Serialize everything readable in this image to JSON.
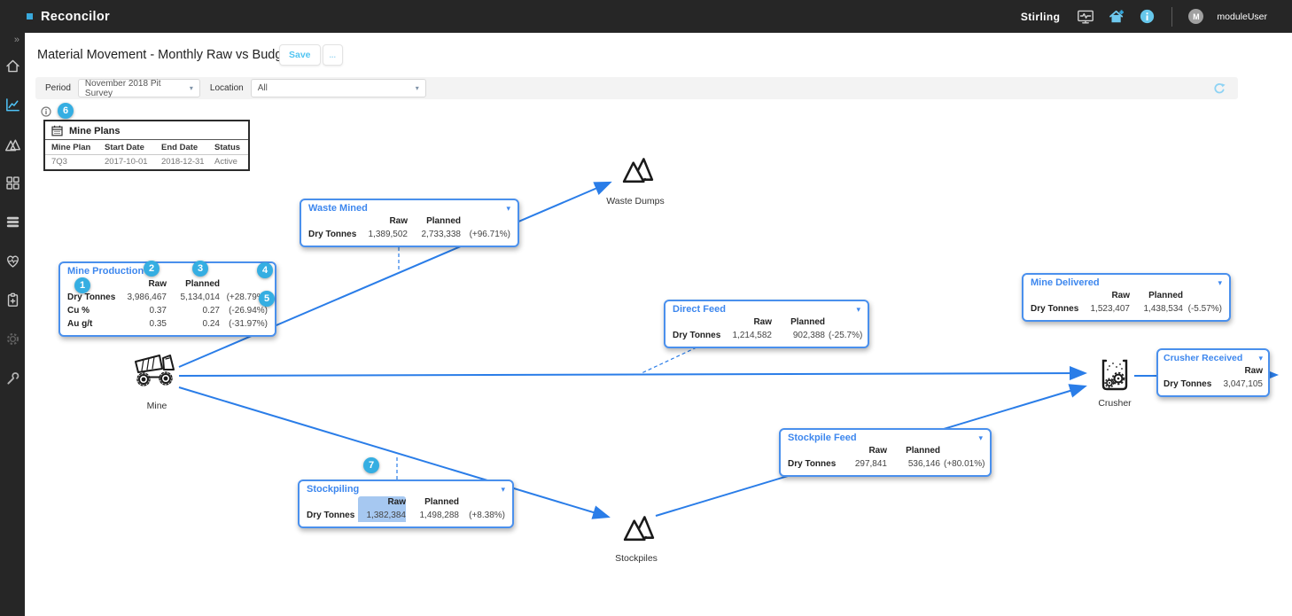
{
  "topbar": {
    "brand": "Reconcilor",
    "site": "Stirling",
    "user": "moduleUser",
    "avatar_initial": "M"
  },
  "page": {
    "title": "Material Movement - Monthly Raw vs Budget",
    "save_label": "Save",
    "more_label": "..."
  },
  "filters": {
    "period_label": "Period",
    "period_value": "November 2018 Pit Survey",
    "location_label": "Location",
    "location_value": "All"
  },
  "mine_plans": {
    "title": "Mine Plans",
    "columns": [
      "Mine Plan",
      "Start Date",
      "End Date",
      "Status"
    ],
    "rows": [
      [
        "7Q3",
        "2017-10-01",
        "2018-12-31",
        "Active"
      ]
    ]
  },
  "badges": {
    "b1": "1",
    "b2": "2",
    "b3": "3",
    "b4": "4",
    "b5": "5",
    "b6": "6",
    "b7": "7"
  },
  "nodes": {
    "mine": {
      "label": "Mine"
    },
    "waste_dumps": {
      "label": "Waste Dumps"
    },
    "stockpiles": {
      "label": "Stockpiles"
    },
    "crusher": {
      "label": "Crusher"
    }
  },
  "cards": {
    "mine_production": {
      "title": "Mine Production",
      "headers": {
        "raw": "Raw",
        "planned": "Planned"
      },
      "rows": [
        {
          "label": "Dry Tonnes",
          "raw": "3,986,467",
          "planned": "5,134,014",
          "pct": "(+28.79%)"
        },
        {
          "label": "Cu %",
          "raw": "0.37",
          "planned": "0.27",
          "pct": "(-26.94%)"
        },
        {
          "label": "Au g/t",
          "raw": "0.35",
          "planned": "0.24",
          "pct": "(-31.97%)"
        }
      ]
    },
    "waste_mined": {
      "title": "Waste Mined",
      "headers": {
        "raw": "Raw",
        "planned": "Planned"
      },
      "rows": [
        {
          "label": "Dry Tonnes",
          "raw": "1,389,502",
          "planned": "2,733,338",
          "pct": "(+96.71%)"
        }
      ]
    },
    "direct_feed": {
      "title": "Direct Feed",
      "headers": {
        "raw": "Raw",
        "planned": "Planned"
      },
      "rows": [
        {
          "label": "Dry Tonnes",
          "raw": "1,214,582",
          "planned": "902,388",
          "pct": "(-25.7%)"
        }
      ]
    },
    "mine_delivered": {
      "title": "Mine Delivered",
      "headers": {
        "raw": "Raw",
        "planned": "Planned"
      },
      "rows": [
        {
          "label": "Dry Tonnes",
          "raw": "1,523,407",
          "planned": "1,438,534",
          "pct": "(-5.57%)"
        }
      ]
    },
    "crusher_received": {
      "title": "Crusher Received",
      "headers": {
        "raw": "Raw"
      },
      "rows": [
        {
          "label": "Dry Tonnes",
          "raw": "3,047,105"
        }
      ]
    },
    "stockpile_feed": {
      "title": "Stockpile Feed",
      "headers": {
        "raw": "Raw",
        "planned": "Planned"
      },
      "rows": [
        {
          "label": "Dry Tonnes",
          "raw": "297,841",
          "planned": "536,146",
          "pct": "(+80.01%)"
        }
      ]
    },
    "stockpiling": {
      "title": "Stockpiling",
      "headers": {
        "raw": "Raw",
        "planned": "Planned"
      },
      "rows": [
        {
          "label": "Dry Tonnes",
          "raw": "1,382,384",
          "planned": "1,498,288",
          "pct": "(+8.38%)"
        }
      ]
    }
  },
  "icons": {
    "collapse_up": "▴",
    "collapse_down": "▾",
    "caret": "▾",
    "chevrons": "»"
  },
  "colors": {
    "accent_blue": "#3D87EE",
    "line_blue": "#2A7DE8",
    "badge_blue": "#35AEE2",
    "highlight_blue": "#A6C8F1",
    "topbar_bg": "#262626",
    "filterbar_bg": "#F3F3F3"
  }
}
